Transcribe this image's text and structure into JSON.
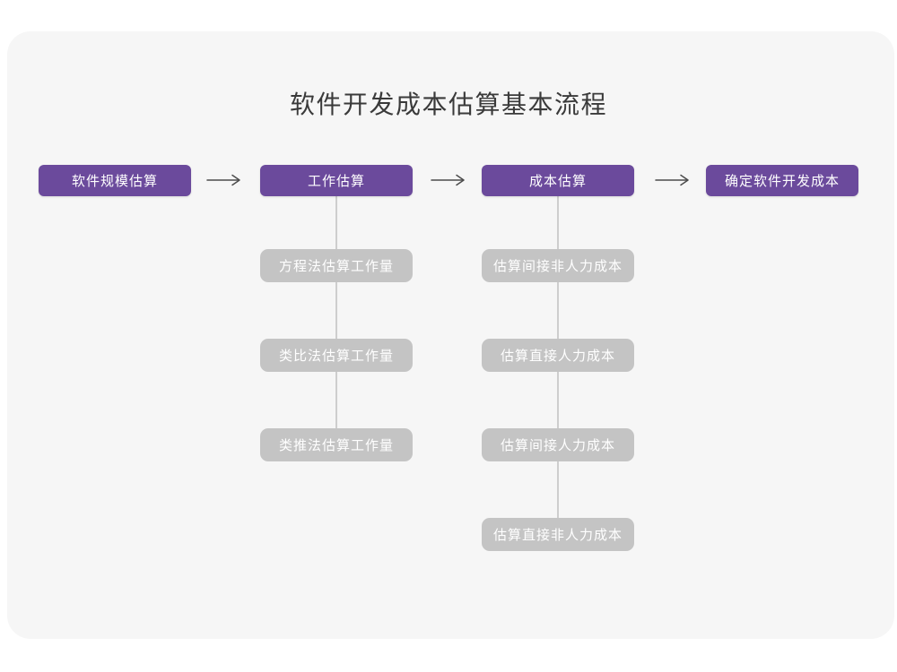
{
  "title": "软件开发成本估算基本流程",
  "colors": {
    "card_bg": "#f6f6f6",
    "stage_bg": "#6b4a9c",
    "sub_bg": "#c4c4c4",
    "connector": "#cecece",
    "arrow": "#4c4c4c",
    "title_text": "#3a3a3a",
    "box_text": "#ffffff"
  },
  "stages": [
    {
      "label": "软件规模估算"
    },
    {
      "label": "工作估算"
    },
    {
      "label": "成本估算"
    },
    {
      "label": "确定软件开发成本"
    }
  ],
  "work_estimation_methods": [
    {
      "label": "方程法估算工作量"
    },
    {
      "label": "类比法估算工作量"
    },
    {
      "label": "类推法估算工作量"
    }
  ],
  "cost_estimation_items": [
    {
      "label": "估算间接非人力成本"
    },
    {
      "label": "估算直接人力成本"
    },
    {
      "label": "估算间接人力成本"
    },
    {
      "label": "估算直接非人力成本"
    }
  ]
}
